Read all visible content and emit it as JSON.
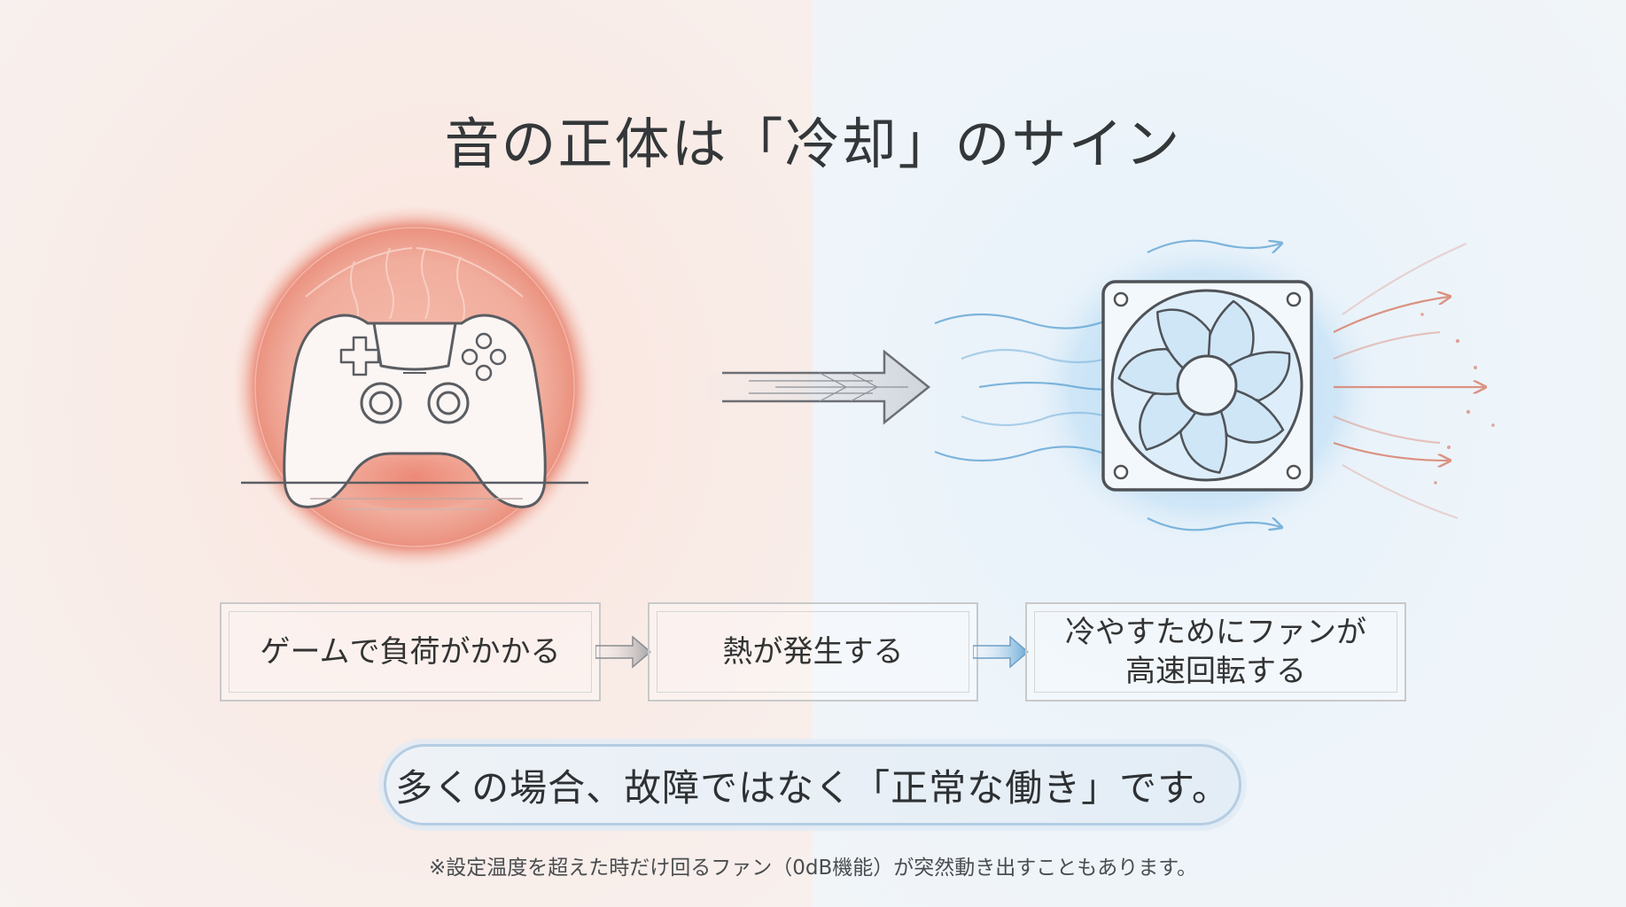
{
  "title": "音の正体は「冷却」のサイン",
  "steps": [
    {
      "label": "ゲームで負荷がかかる"
    },
    {
      "label": "熱が発生する"
    },
    {
      "label": "冷やすためにファンが\n高速回転する"
    }
  ],
  "conclusion": "多くの場合、故障ではなく「正常な働き」です。",
  "footnote": "※設定温度を超えた時だけ回るファン（0dB機能）が突然動き出すこともあります。",
  "colors": {
    "warm": "#e8826e",
    "cool": "#8cc4ea",
    "air_blue": "#6aaad6",
    "air_red": "#d9826e",
    "outline": "#5a5d62"
  },
  "icons": [
    "controller-icon",
    "heat-glow-icon",
    "arrow-right-icon",
    "fan-icon",
    "airflow-icon"
  ]
}
